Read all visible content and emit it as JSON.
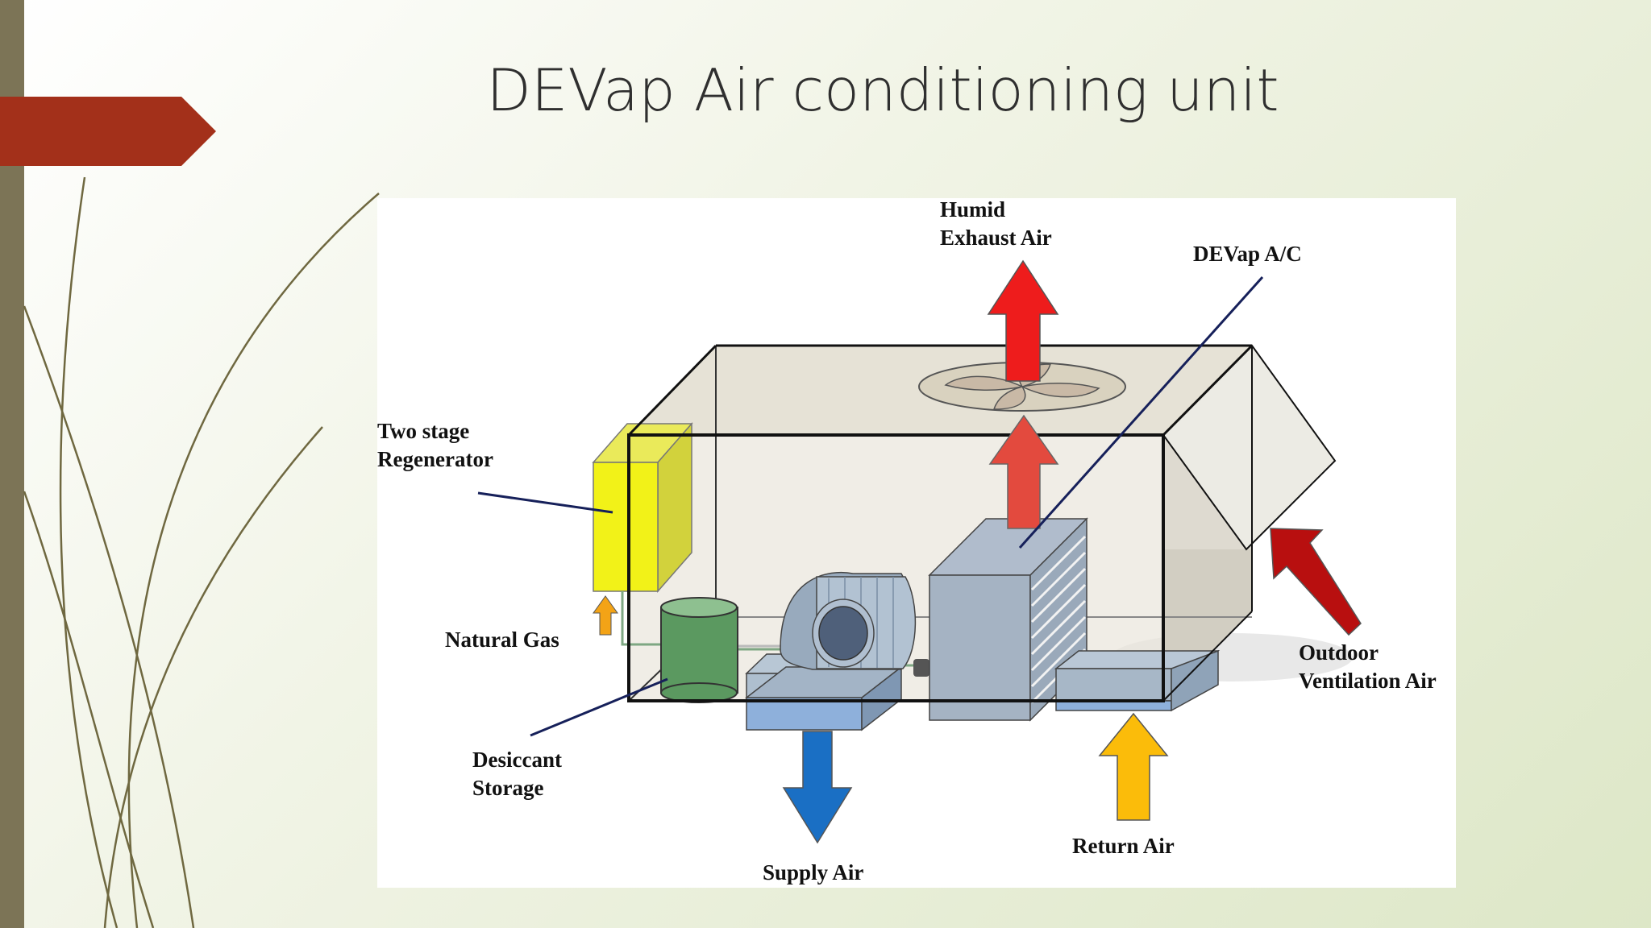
{
  "slide": {
    "title": "DEVap Air conditioning unit",
    "accent_color": "#a3301a",
    "side_bar_color": "#7c7456"
  },
  "diagram": {
    "labels": {
      "humid_exhaust_line1": "Humid",
      "humid_exhaust_line2": "Exhaust Air",
      "devap_ac": "DEVap A/C",
      "regenerator_line1": "Two stage",
      "regenerator_line2": "Regenerator",
      "natural_gas": "Natural Gas",
      "desiccant_line1": "Desiccant",
      "desiccant_line2": "Storage",
      "supply_air": "Supply Air",
      "return_air": "Return Air",
      "outdoor_line1": "Outdoor",
      "outdoor_line2": "Ventilation Air"
    },
    "arrow_colors": {
      "humid_exhaust": "#ee1c1c",
      "supply": "#1a6fc4",
      "return": "#fbbc0a",
      "outdoor": "#b80f0f",
      "natural_gas": "#f3a316"
    }
  }
}
